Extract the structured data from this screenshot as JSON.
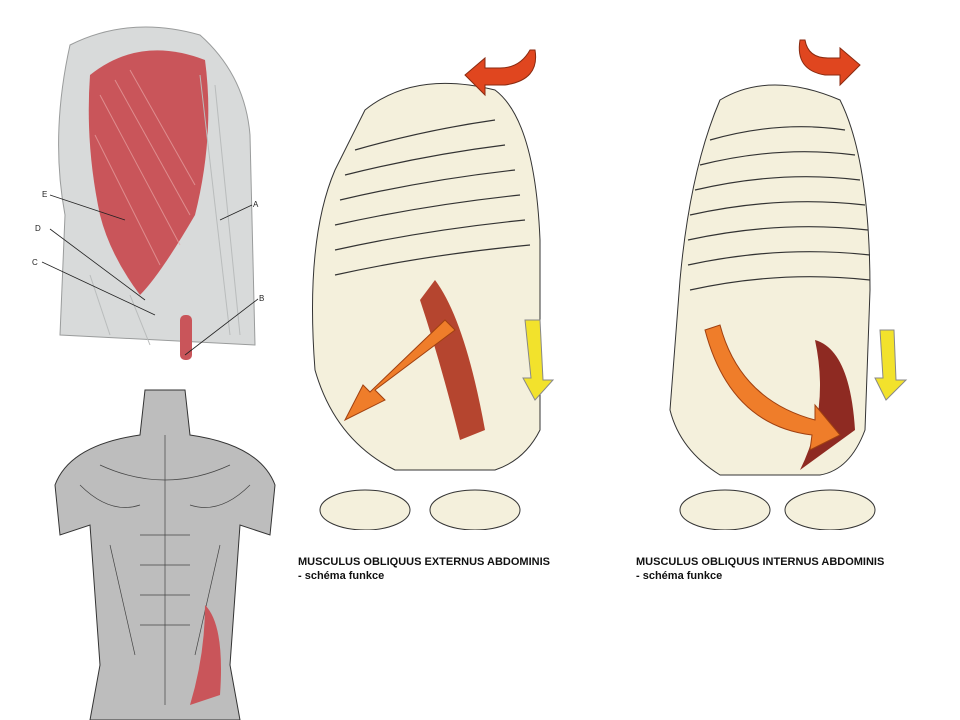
{
  "top_left_figure": {
    "labels": [
      "A",
      "B",
      "C",
      "D",
      "E"
    ]
  },
  "captions": [
    {
      "title": "MUSCULUS OBLIQUUS EXTERNUS ABDOMINIS",
      "subtitle": "- schéma funkce"
    },
    {
      "title": "MUSCULUS OBLIQUUS INTERNUS ABDOMINIS",
      "subtitle": "- schéma funkce"
    }
  ],
  "colors": {
    "muscle": "#c9555a",
    "rotation_arrow": "#e0461f",
    "force_arrow": "#ef7d2a",
    "gravity_arrow": "#f2e22c",
    "bone": "#f4f0dc"
  }
}
